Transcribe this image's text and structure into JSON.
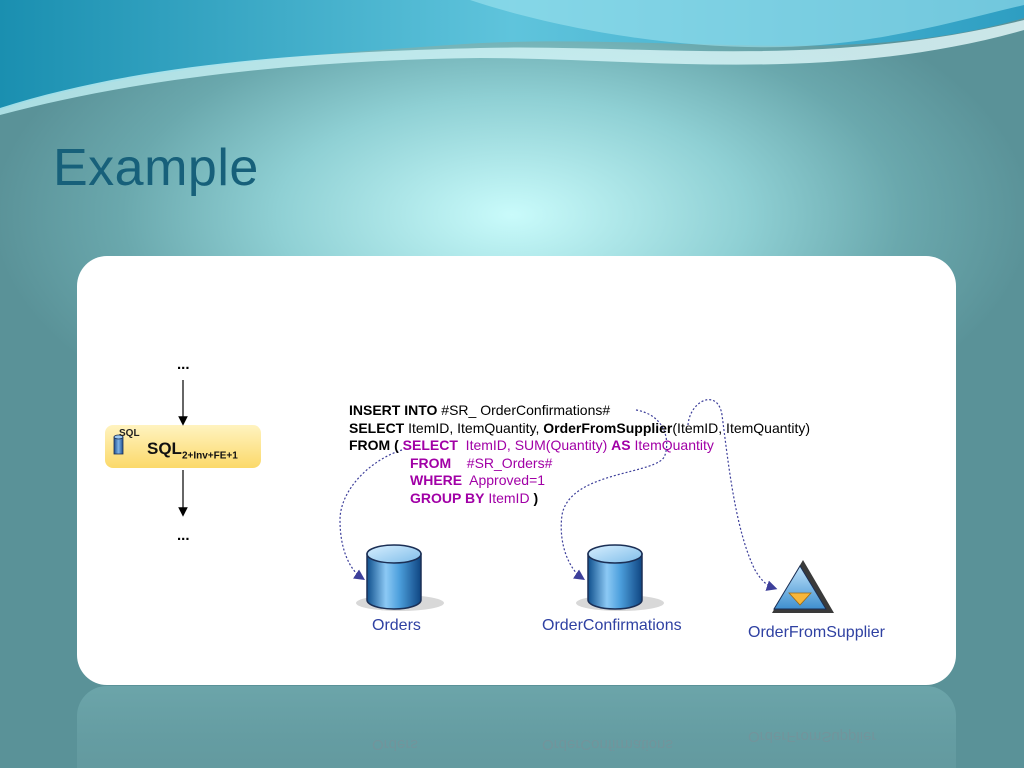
{
  "slide": {
    "title": "Example"
  },
  "flow": {
    "top_ellipsis": "...",
    "bottom_ellipsis": "...",
    "operator_icon_label": "SQL",
    "operator_label": "SQL",
    "operator_subscript": "2+Inv+FE+1"
  },
  "query": {
    "l1_kw": "INSERT INTO",
    "l1_rest": " #SR_ OrderConfirmations#",
    "l2_kw": "SELECT",
    "l2_a": " ItemID, ItemQuantity, ",
    "l2_fn": "OrderFromSupplier",
    "l2_b": "(ItemID, ItemQuantity)",
    "l3_kw": "FROM",
    "l3_paren": " ( ",
    "l3_sel": "SELECT",
    "l3_rest": "  ItemID, SUM(Quantity) ",
    "l3_as": "AS",
    "l3_tail": " ItemQuantity",
    "l4_kw": "FROM",
    "l4_rest": "    #SR_Orders#",
    "l5_kw": "WHERE",
    "l5_rest": "  Approved=1",
    "l6_kw": "GROUP BY",
    "l6_rest": " ItemID ",
    "l6_close": ")"
  },
  "targets": {
    "orders": "Orders",
    "confirmations": "OrderConfirmations",
    "supplier": "OrderFromSupplier"
  },
  "colors": {
    "title": "#17607a",
    "keyword_purple": "#a100a6",
    "label_blue": "#2f41a2",
    "db_blue": "#3f8fd0",
    "arrow_blue": "#3d3f9a"
  }
}
